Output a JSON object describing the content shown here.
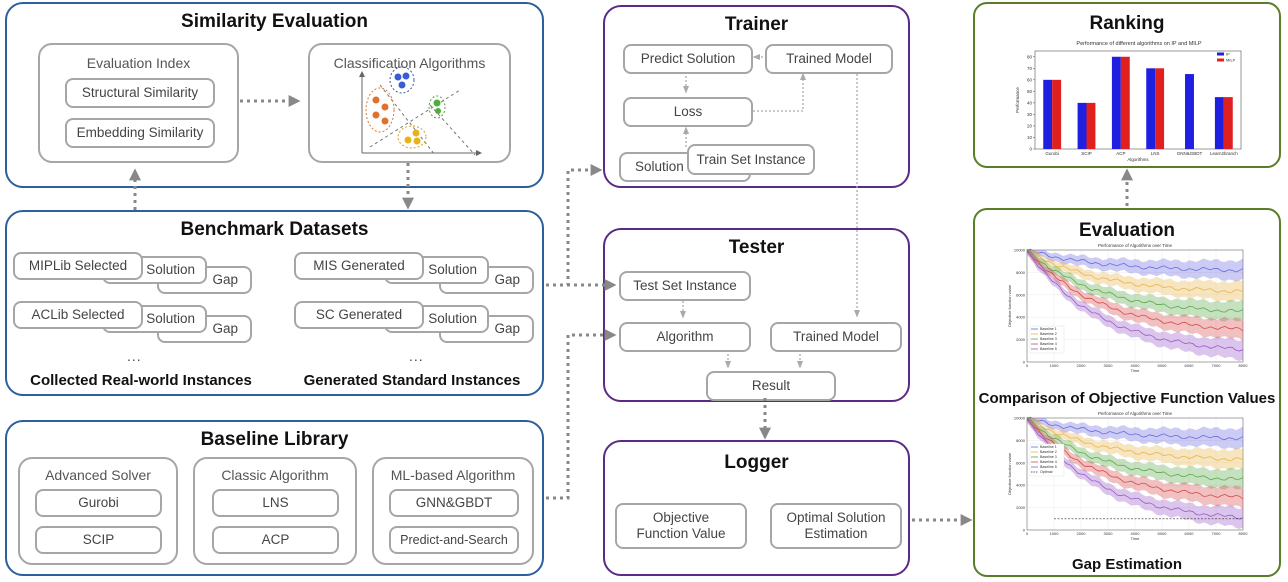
{
  "similarity": {
    "title": "Similarity Evaluation",
    "eval_index": {
      "title": "Evaluation Index",
      "structural": "Structural Similarity",
      "embedding": "Embedding Similarity"
    },
    "classification": {
      "title": "Classification Algorithms"
    }
  },
  "benchmark": {
    "title": "Benchmark Datasets",
    "mip": "MIPLib Selected",
    "ac": "ACLib Selected",
    "mis": "MIS Generated",
    "sc": "SC Generated",
    "solution": "Solution",
    "gap": "Gap",
    "ellipsis": "...",
    "caption_real": "Collected Real-world Instances",
    "caption_gen": "Generated Standard Instances"
  },
  "baseline": {
    "title": "Baseline Library",
    "advanced": {
      "title": "Advanced Solver",
      "items": [
        "Gurobi",
        "SCIP"
      ]
    },
    "classic": {
      "title": "Classic Algorithm",
      "items": [
        "LNS",
        "ACP"
      ]
    },
    "ml": {
      "title": "ML-based Algorithm",
      "items": [
        "GNN&GBDT",
        "Predict-and-Search"
      ]
    }
  },
  "trainer": {
    "title": "Trainer",
    "predict": "Predict Solution",
    "trained_model": "Trained Model",
    "loss": "Loss",
    "solution": "Solution",
    "train_set": "Train Set Instance"
  },
  "tester": {
    "title": "Tester",
    "test_set": "Test Set Instance",
    "algorithm": "Algorithm",
    "trained_model": "Trained Model",
    "result": "Result"
  },
  "logger": {
    "title": "Logger",
    "objective": "Objective Function Value",
    "optimal": "Optimal Solution Estimation"
  },
  "ranking": {
    "title": "Ranking",
    "chart_data": {
      "type": "bar",
      "title": "Performance of different algorithms on IP and MILP",
      "xlabel": "Algorithms",
      "ylabel": "Performance",
      "categories": [
        "Gurobi",
        "SCIP",
        "ACP",
        "LNS",
        "GNN&GBDT",
        "Learn2branch"
      ],
      "series": [
        {
          "name": "IP",
          "color": "#1f1fe0",
          "values": [
            60,
            40,
            80,
            70,
            65,
            45
          ]
        },
        {
          "name": "MILP",
          "color": "#e01f1f",
          "values": [
            60,
            40,
            80,
            70,
            null,
            45
          ]
        }
      ],
      "yticks": [
        "0",
        "10",
        "20",
        "30",
        "40",
        "50",
        "60",
        "70",
        "80"
      ],
      "ylim": [
        0,
        85
      ],
      "legend": "top-right"
    }
  },
  "evaluation": {
    "title": "Evaluation",
    "caption_obj": "Comparison of Objective Function Values",
    "caption_gap": "Gap Estimation",
    "line_charts": [
      {
        "type": "line",
        "title": "Performance of Algorithms over Time",
        "xlabel": "Time",
        "ylabel": "Objective function value",
        "xticks": [
          "0",
          "1000",
          "2000",
          "3000",
          "4000",
          "5000",
          "6000",
          "7000",
          "8000"
        ],
        "yticks": [
          "0",
          "2000",
          "4000",
          "6000",
          "8000",
          "10000"
        ],
        "xlim": [
          0,
          8000
        ],
        "ylim": [
          0,
          10000
        ],
        "legend": [
          "Baseline 1",
          "Baseline 2",
          "Baseline 3",
          "Baseline 4",
          "Baseline 5"
        ],
        "colors": [
          "#6a6ae0",
          "#e8b44a",
          "#5aa84a",
          "#d64a4a",
          "#9a5ac8"
        ],
        "end_values": [
          8200,
          6300,
          4500,
          2900,
          1100
        ],
        "optimal": null
      },
      {
        "type": "line",
        "title": "Performance of Algorithms over Time",
        "xlabel": "Time",
        "ylabel": "Objective function value",
        "xticks": [
          "0",
          "1000",
          "2000",
          "3000",
          "4000",
          "5000",
          "6000",
          "7000",
          "8000"
        ],
        "yticks": [
          "0",
          "2000",
          "4000",
          "6000",
          "8000",
          "10000"
        ],
        "xlim": [
          0,
          8000
        ],
        "ylim": [
          0,
          10000
        ],
        "legend": [
          "Baseline 1",
          "Baseline 2",
          "Baseline 3",
          "Baseline 4",
          "Baseline 5",
          "Optimal"
        ],
        "colors": [
          "#6a6ae0",
          "#e8b44a",
          "#5aa84a",
          "#d64a4a",
          "#9a5ac8",
          "#333333"
        ],
        "end_values": [
          8200,
          6300,
          4500,
          2900,
          1100
        ],
        "optimal": 1000
      }
    ]
  }
}
